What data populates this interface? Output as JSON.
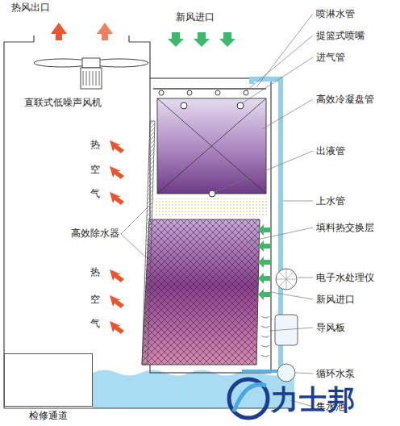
{
  "diagram": {
    "nodes": [
      {
        "text": [
          "检修通道"
        ]
      }
    ],
    "labels": [
      "热风出口",
      "新风进口",
      "喷淋水管",
      "提篮式喷嘴",
      "直联式低噪声风机",
      "进气管",
      "高效冷凝盘管",
      "热",
      "空",
      "气",
      "出液管",
      "高效除水器",
      "上水管",
      "填料热交换层",
      "电子水处理仪",
      "热",
      "空",
      "气",
      "新风进口",
      "导风板",
      "循环水泵",
      "集水池",
      "力士邦"
    ]
  }
}
